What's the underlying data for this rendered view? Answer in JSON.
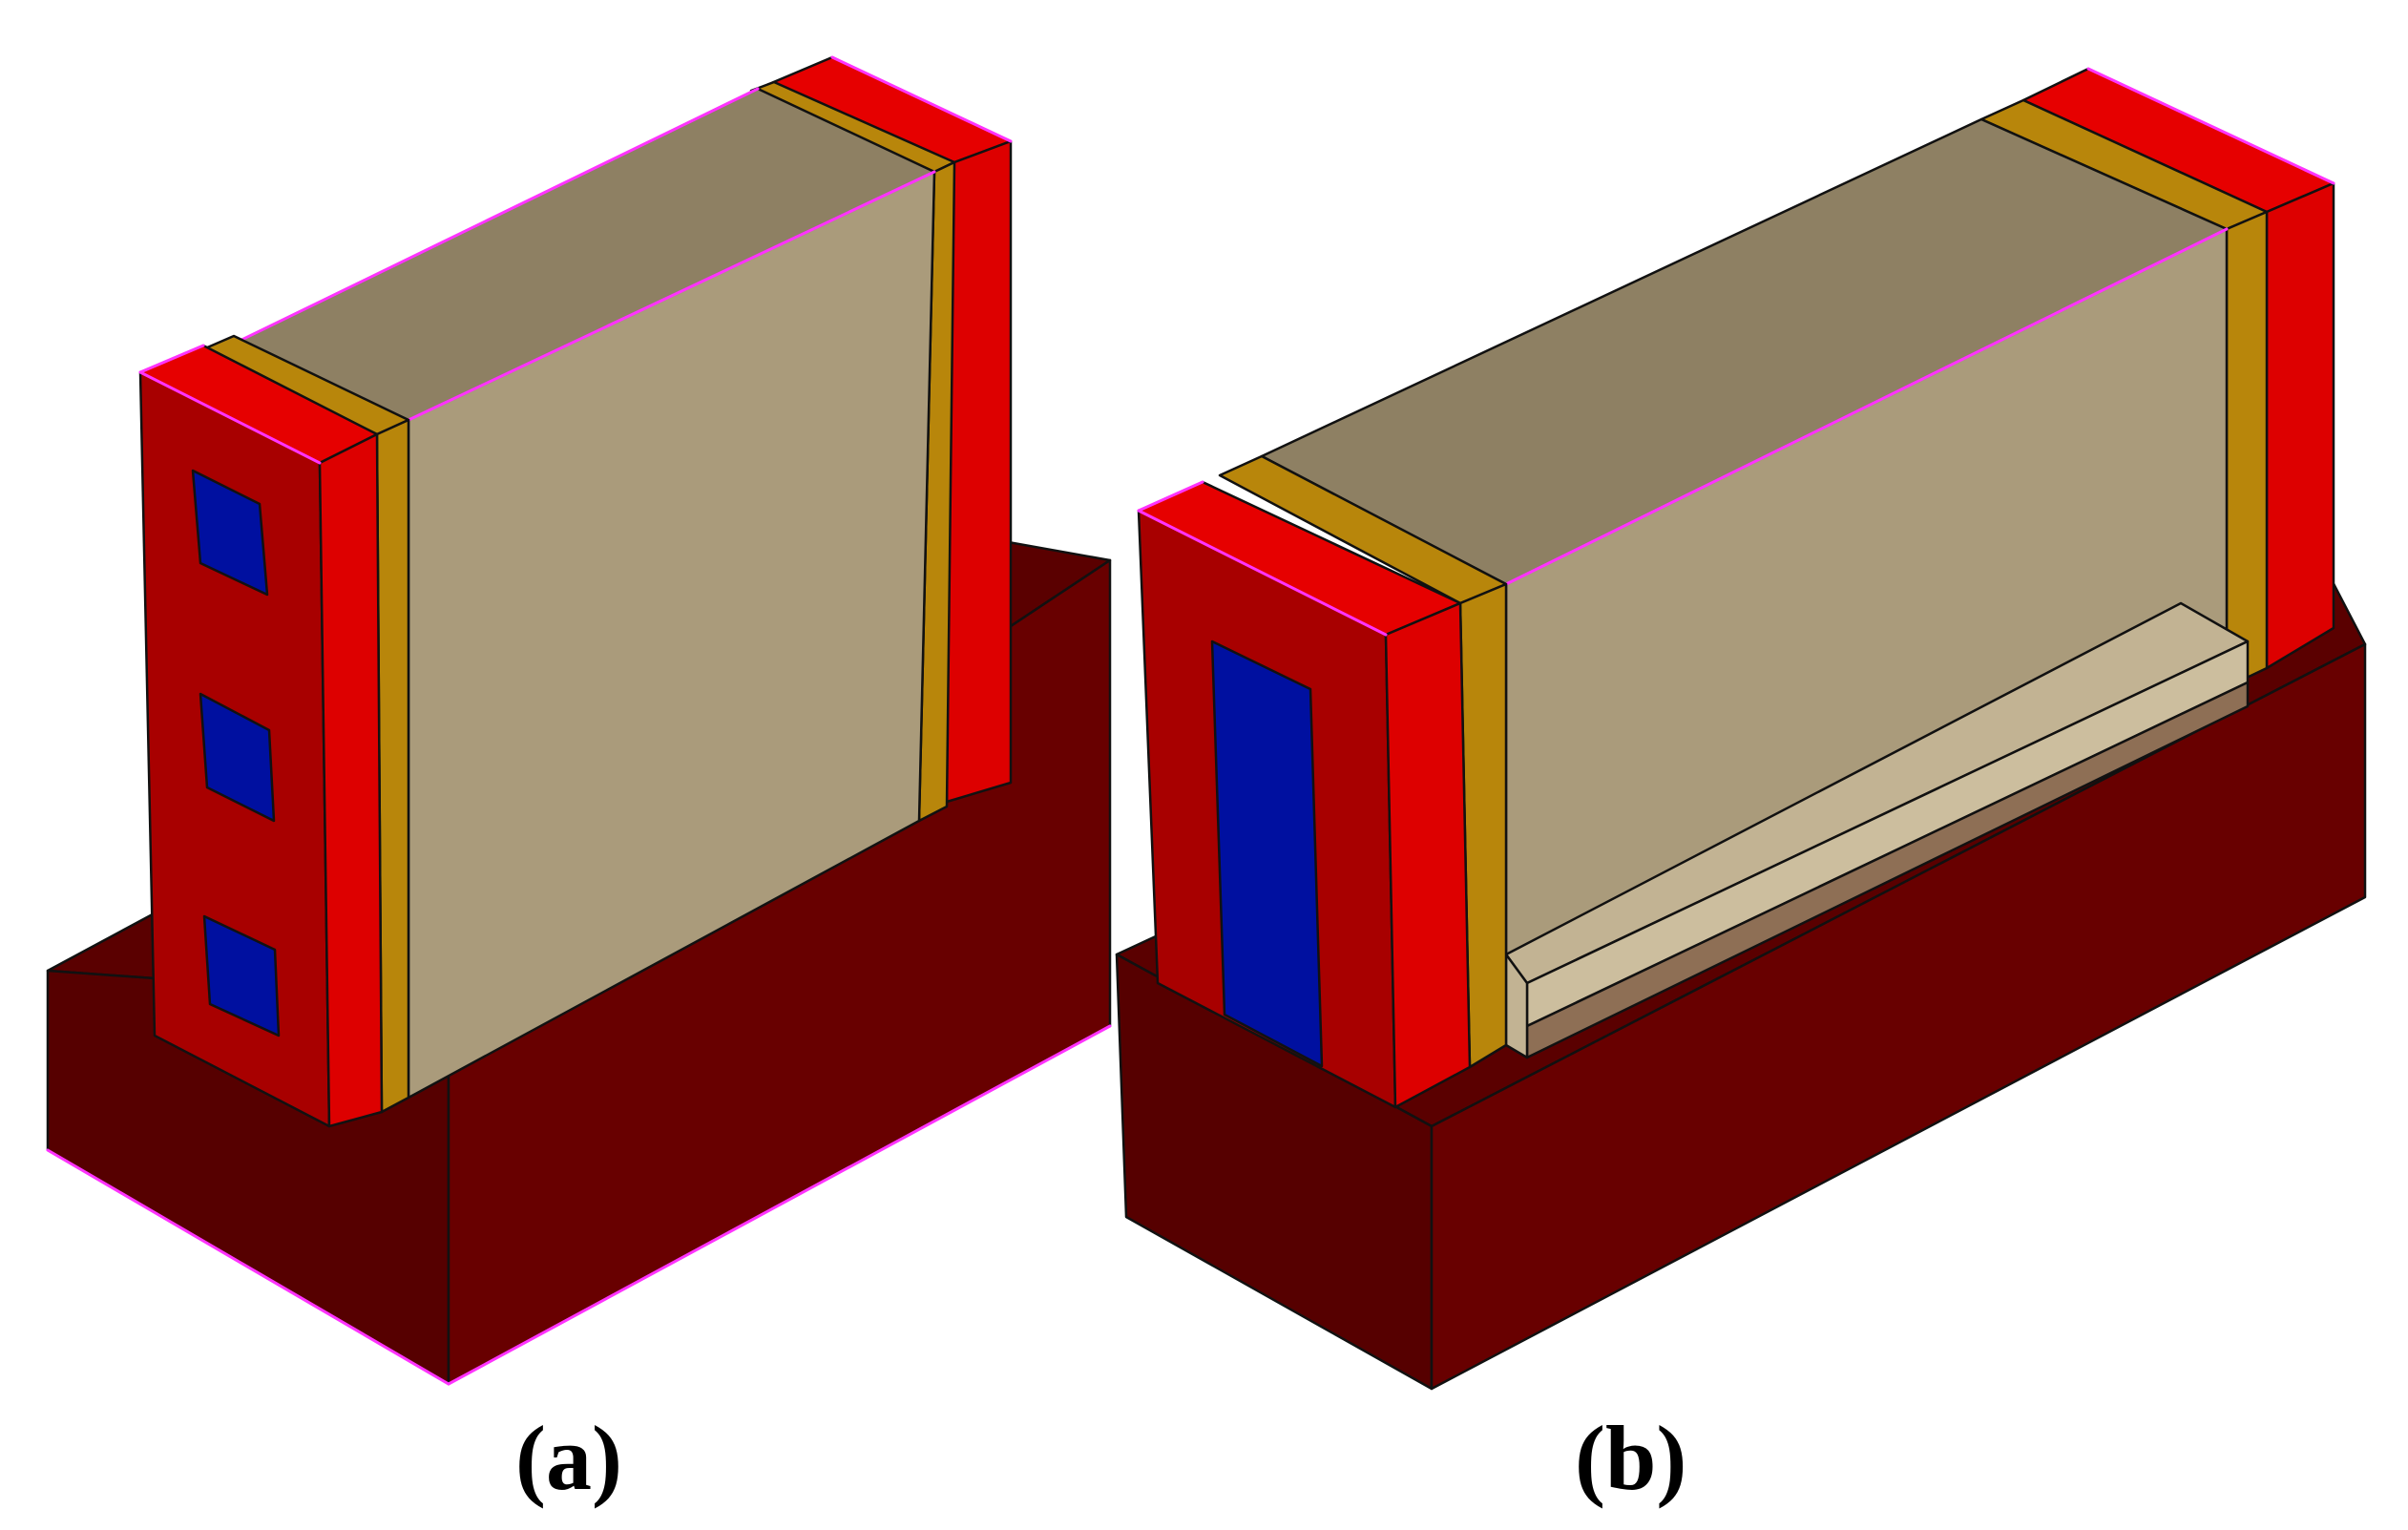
{
  "figure": {
    "panels": [
      {
        "id": "a",
        "label": "(a)"
      },
      {
        "id": "b",
        "label": "(b)"
      }
    ],
    "colors": {
      "substrate_top": "#5a0000",
      "substrate_front": "#680000",
      "substrate_side": "#560000",
      "contact_front": "#a80000",
      "contact_face": "#dd0000",
      "contact_top": "#e60000",
      "spacer": "#b8860b",
      "gate_front": "#aa9b7b",
      "gate_top": "#8e8063",
      "via": "#0010a0",
      "channel_top": "#c2b393",
      "channel_front": "#ccbe9e",
      "channel_bottom": "#8e6f55",
      "highlight_edge": "#ff33ff"
    }
  }
}
